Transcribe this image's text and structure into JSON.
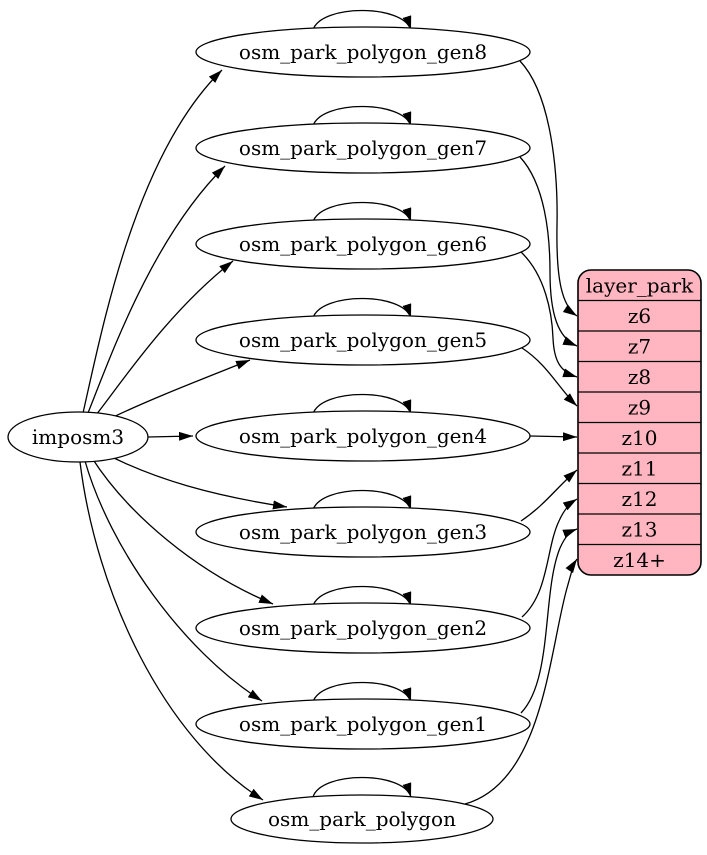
{
  "diagram": {
    "kind": "graphviz-digraph",
    "background": "#ffffff",
    "colors": {
      "node_fill": "#ffffff",
      "layer_fill": "#ffb6c1",
      "stroke": "#000000",
      "text": "#000000"
    },
    "source_node": {
      "id": "imposm3",
      "label": "imposm3"
    },
    "table_nodes": [
      {
        "id": "osm_park_polygon_gen8",
        "label": "osm_park_polygon_gen8"
      },
      {
        "id": "osm_park_polygon_gen7",
        "label": "osm_park_polygon_gen7"
      },
      {
        "id": "osm_park_polygon_gen6",
        "label": "osm_park_polygon_gen6"
      },
      {
        "id": "osm_park_polygon_gen5",
        "label": "osm_park_polygon_gen5"
      },
      {
        "id": "osm_park_polygon_gen4",
        "label": "osm_park_polygon_gen4"
      },
      {
        "id": "osm_park_polygon_gen3",
        "label": "osm_park_polygon_gen3"
      },
      {
        "id": "osm_park_polygon_gen2",
        "label": "osm_park_polygon_gen2"
      },
      {
        "id": "osm_park_polygon_gen1",
        "label": "osm_park_polygon_gen1"
      },
      {
        "id": "osm_park_polygon",
        "label": "osm_park_polygon"
      }
    ],
    "layer_node": {
      "id": "layer_park",
      "title": "layer_park",
      "rows": [
        "z6",
        "z7",
        "z8",
        "z9",
        "z10",
        "z11",
        "z12",
        "z13",
        "z14+"
      ]
    },
    "edges": [
      {
        "from": "imposm3",
        "to": "osm_park_polygon_gen8"
      },
      {
        "from": "imposm3",
        "to": "osm_park_polygon_gen7"
      },
      {
        "from": "imposm3",
        "to": "osm_park_polygon_gen6"
      },
      {
        "from": "imposm3",
        "to": "osm_park_polygon_gen5"
      },
      {
        "from": "imposm3",
        "to": "osm_park_polygon_gen4"
      },
      {
        "from": "imposm3",
        "to": "osm_park_polygon_gen3"
      },
      {
        "from": "imposm3",
        "to": "osm_park_polygon_gen2"
      },
      {
        "from": "imposm3",
        "to": "osm_park_polygon_gen1"
      },
      {
        "from": "imposm3",
        "to": "osm_park_polygon"
      },
      {
        "from": "osm_park_polygon_gen8",
        "to": "osm_park_polygon_gen8"
      },
      {
        "from": "osm_park_polygon_gen7",
        "to": "osm_park_polygon_gen7"
      },
      {
        "from": "osm_park_polygon_gen6",
        "to": "osm_park_polygon_gen6"
      },
      {
        "from": "osm_park_polygon_gen5",
        "to": "osm_park_polygon_gen5"
      },
      {
        "from": "osm_park_polygon_gen4",
        "to": "osm_park_polygon_gen4"
      },
      {
        "from": "osm_park_polygon_gen3",
        "to": "osm_park_polygon_gen3"
      },
      {
        "from": "osm_park_polygon_gen2",
        "to": "osm_park_polygon_gen2"
      },
      {
        "from": "osm_park_polygon_gen1",
        "to": "osm_park_polygon_gen1"
      },
      {
        "from": "osm_park_polygon",
        "to": "osm_park_polygon"
      },
      {
        "from": "osm_park_polygon_gen8",
        "to": "layer_park:z6"
      },
      {
        "from": "osm_park_polygon_gen7",
        "to": "layer_park:z7"
      },
      {
        "from": "osm_park_polygon_gen6",
        "to": "layer_park:z8"
      },
      {
        "from": "osm_park_polygon_gen5",
        "to": "layer_park:z9"
      },
      {
        "from": "osm_park_polygon_gen4",
        "to": "layer_park:z10"
      },
      {
        "from": "osm_park_polygon_gen3",
        "to": "layer_park:z11"
      },
      {
        "from": "osm_park_polygon_gen2",
        "to": "layer_park:z12"
      },
      {
        "from": "osm_park_polygon_gen1",
        "to": "layer_park:z13"
      },
      {
        "from": "osm_park_polygon",
        "to": "layer_park:z14+"
      }
    ]
  }
}
